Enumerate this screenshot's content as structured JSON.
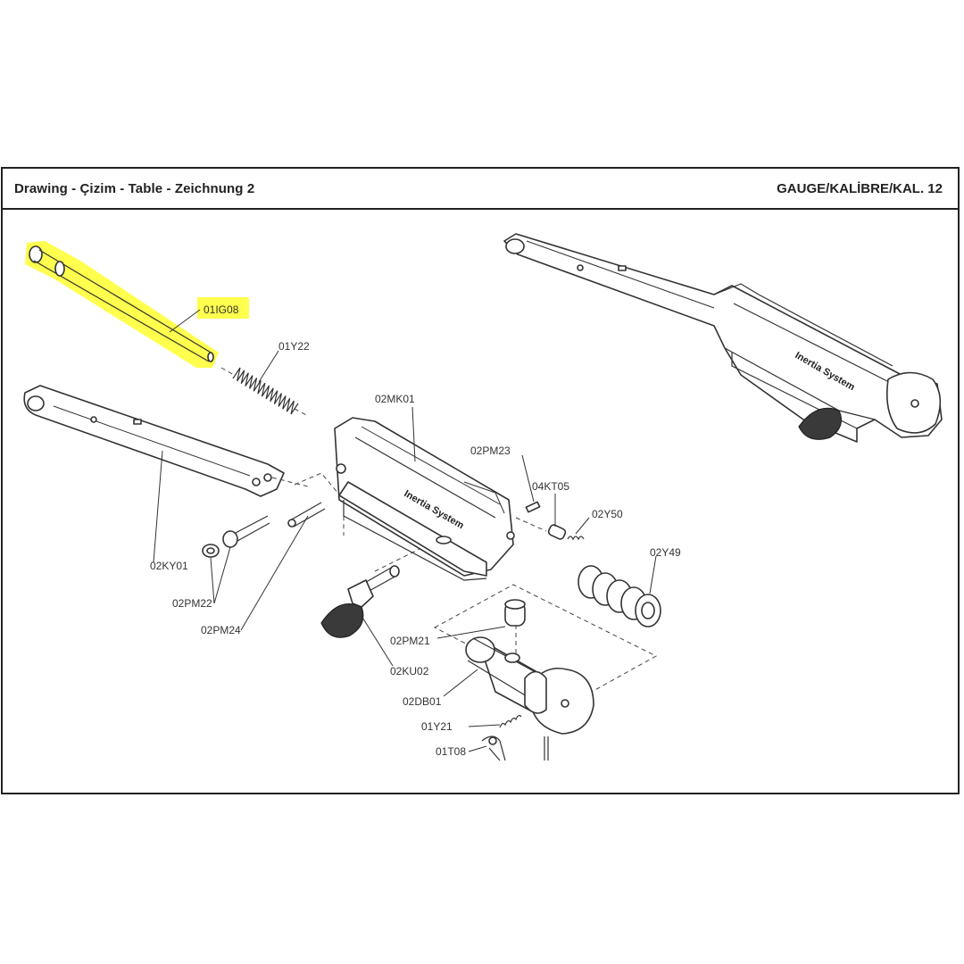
{
  "header": {
    "title": "Drawing - Çizim - Table - Zeichnung  2",
    "gauge": "GAUGE/KALİBRE/KAL. 12"
  },
  "highlight_color": "#ffff4d",
  "parts": {
    "p01IG08": "01IG08",
    "p01Y22": "01Y22",
    "p02MK01": "02MK01",
    "p02PM23": "02PM23",
    "p04KT05": "04KT05",
    "p02Y50": "02Y50",
    "p02Y49": "02Y49",
    "p02KY01": "02KY01",
    "p02PM22": "02PM22",
    "p02PM24": "02PM24",
    "p02PM21": "02PM21",
    "p02KU02": "02KU02",
    "p02DB01": "02DB01",
    "p01Y21": "01Y21",
    "p01T08": "01T08"
  },
  "brand_text": "Inertia System"
}
